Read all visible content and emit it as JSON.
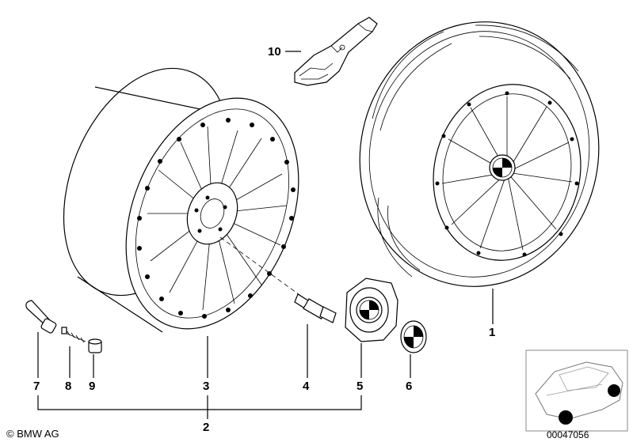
{
  "callouts": {
    "c1": "1",
    "c2": "2",
    "c3": "3",
    "c4": "4",
    "c5": "5",
    "c6": "6",
    "c7": "7",
    "c8": "8",
    "c9": "9",
    "c10": "10"
  },
  "footer": {
    "copyright": "© BMW AG",
    "doc_number": "00047056"
  },
  "icons": {
    "rim": "alloy-rim-icon",
    "tyre": "complete-wheel-icon",
    "bolt": "wheel-bolt-icon",
    "hubcap": "hub-cap-icon",
    "emblem": "bmw-emblem-icon",
    "valve": "tyre-valve-icon",
    "wrench": "bolt-adapter-icon",
    "car": "car-silhouette-icon"
  }
}
